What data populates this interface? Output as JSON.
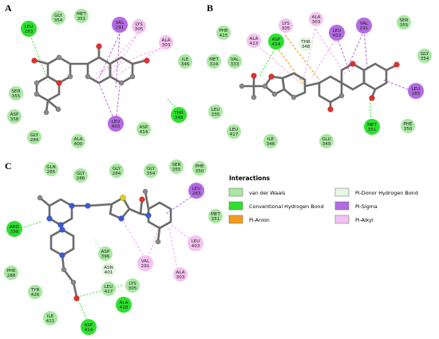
{
  "panels": [
    {
      "label": "A",
      "residues": [
        {
          "name": "LEU",
          "num": "283",
          "type": "hbond"
        },
        {
          "name": "GLY",
          "num": "354",
          "type": "vdw"
        },
        {
          "name": "MET",
          "num": "351",
          "type": "vdw"
        },
        {
          "name": "VAL",
          "num": "291",
          "type": "pisigma"
        },
        {
          "name": "LYS",
          "num": "305",
          "type": "pialkyl"
        },
        {
          "name": "ALA",
          "num": "303",
          "type": "pialkyl"
        },
        {
          "name": "ILE",
          "num": "346",
          "type": "vdw"
        },
        {
          "name": "THR",
          "num": "348",
          "type": "hbond"
        },
        {
          "name": "SER",
          "num": "355",
          "type": "vdw"
        },
        {
          "name": "ASP",
          "num": "358",
          "type": "vdw"
        },
        {
          "name": "GLY",
          "num": "284",
          "type": "vdw"
        },
        {
          "name": "ALA",
          "num": "400",
          "type": "vdw"
        },
        {
          "name": "LEU",
          "num": "403",
          "type": "pisigma"
        },
        {
          "name": "ASP",
          "num": "414",
          "type": "vdw"
        }
      ]
    },
    {
      "label": "B",
      "residues": [
        {
          "name": "PHE",
          "num": "415",
          "type": "vdw"
        },
        {
          "name": "LYS",
          "num": "305",
          "type": "pialkyl"
        },
        {
          "name": "ALA",
          "num": "303",
          "type": "pialkyl"
        },
        {
          "name": "LEU",
          "num": "403",
          "type": "pisigma"
        },
        {
          "name": "VAL",
          "num": "291",
          "type": "pisigma"
        },
        {
          "name": "SER",
          "num": "355",
          "type": "vdw"
        },
        {
          "name": "ALA",
          "num": "413",
          "type": "pialkyl"
        },
        {
          "name": "ASP",
          "num": "414",
          "type": "hbond"
        },
        {
          "name": "THR",
          "num": "348",
          "type": "vdw"
        },
        {
          "name": "GLY",
          "num": "354",
          "type": "vdw"
        },
        {
          "name": "MET",
          "num": "324",
          "type": "vdw"
        },
        {
          "name": "VAL",
          "num": "333",
          "type": "vdw"
        },
        {
          "name": "LEU",
          "num": "283",
          "type": "pisigma"
        },
        {
          "name": "LEU",
          "num": "335",
          "type": "vdw"
        },
        {
          "name": "LEU",
          "num": "417",
          "type": "vdw"
        },
        {
          "name": "ILE",
          "num": "346",
          "type": "vdw"
        },
        {
          "name": "GLU",
          "num": "349",
          "type": "vdw"
        },
        {
          "name": "MET",
          "num": "351",
          "type": "hbond"
        },
        {
          "name": "PHE",
          "num": "350",
          "type": "vdw"
        }
      ]
    },
    {
      "label": "C",
      "residues": [
        {
          "name": "GLN",
          "num": "285",
          "type": "vdw"
        },
        {
          "name": "GLY",
          "num": "286",
          "type": "vdw"
        },
        {
          "name": "GLY",
          "num": "284",
          "type": "vdw"
        },
        {
          "name": "GLY",
          "num": "354",
          "type": "vdw"
        },
        {
          "name": "SER",
          "num": "355",
          "type": "vdw"
        },
        {
          "name": "PHE",
          "num": "350",
          "type": "vdw"
        },
        {
          "name": "LEU",
          "num": "283",
          "type": "pisigma"
        },
        {
          "name": "ARG",
          "num": "398",
          "type": "hbond"
        },
        {
          "name": "MET",
          "num": "351",
          "type": "vdw"
        },
        {
          "name": "LEU",
          "num": "403",
          "type": "pialkyl"
        },
        {
          "name": "ASP",
          "num": "396",
          "type": "vdw"
        },
        {
          "name": "ASN",
          "num": "401",
          "type": "vdw"
        },
        {
          "name": "PHE",
          "num": "288",
          "type": "vdw"
        },
        {
          "name": "VAL",
          "num": "291",
          "type": "pialkyl"
        },
        {
          "name": "ALA",
          "num": "303",
          "type": "pialkyl"
        },
        {
          "name": "TYR",
          "num": "426",
          "type": "vdw"
        },
        {
          "name": "LEU",
          "num": "417",
          "type": "vdw"
        },
        {
          "name": "LYS",
          "num": "305",
          "type": "vdw"
        },
        {
          "name": "ALA",
          "num": "418",
          "type": "hbond"
        },
        {
          "name": "ILE",
          "num": "421",
          "type": "vdw"
        },
        {
          "name": "ASP",
          "num": "414",
          "type": "hbond"
        }
      ]
    }
  ],
  "legend": {
    "title": "Interactions",
    "items": [
      {
        "label": "van der Waals",
        "color": "#a8e8a0"
      },
      {
        "label": "Pi-Donor Hydrogen Bond",
        "color": "#e6f7e2"
      },
      {
        "label": "Conventional Hydrogen Bond",
        "color": "#2ee02e"
      },
      {
        "label": "Pi-Sigma",
        "color": "#b36ae2"
      },
      {
        "label": "Pi-Anion",
        "color": "#f59b1b"
      },
      {
        "label": "Pi-Alkyl",
        "color": "#f4c3f0"
      }
    ]
  },
  "colors": {
    "vdw": "#a8e8a0",
    "hbond": "#2ee02e",
    "pisigma": "#b36ae2",
    "pialkyl": "#f4c3f0",
    "pianion": "#f59b1b"
  }
}
